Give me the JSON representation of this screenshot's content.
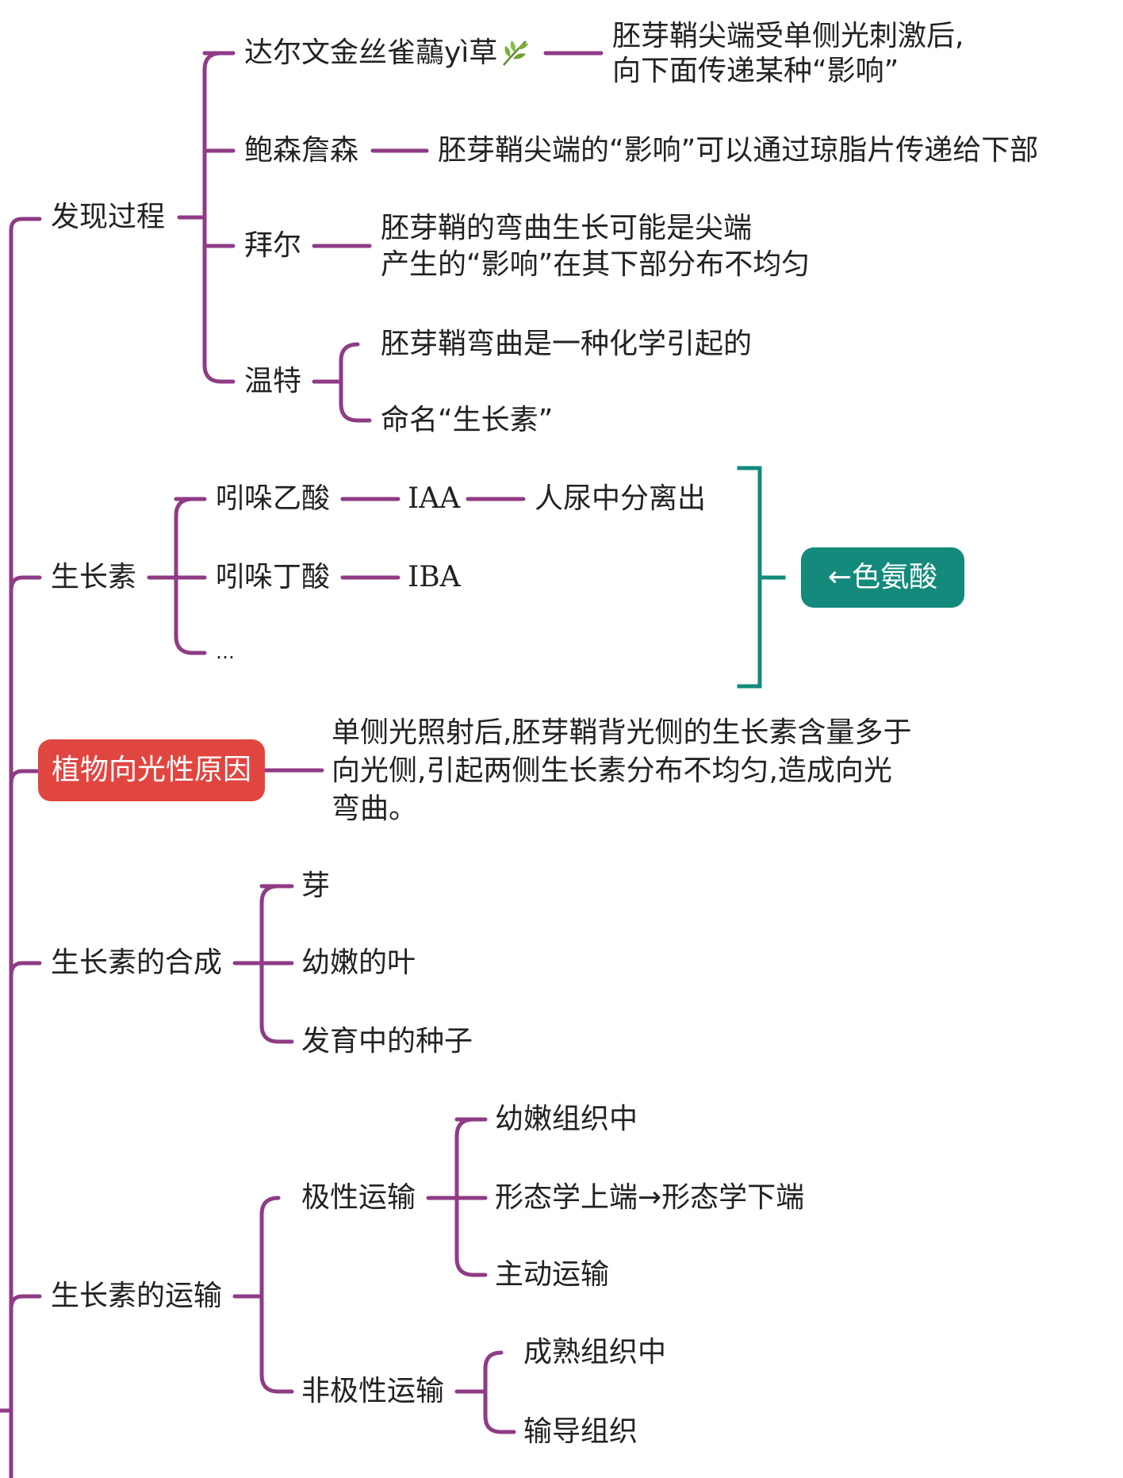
{
  "colors": {
    "branch": "#8f3b86",
    "bracket": "#138a7b",
    "highlight_node": "#e14540",
    "tryptophan_node": "#138a7b",
    "text": "#222222"
  },
  "mindmap": {
    "discovery": {
      "label": "发现过程",
      "darwin": {
        "name": "达尔文金丝雀虉yì草",
        "icon": "leaf-icon",
        "finding": [
          "胚芽鞘尖端受单侧光刺激后,",
          "向下面传递某种“影响”"
        ]
      },
      "boysen_jensen": {
        "name": "鲍森詹森",
        "finding": "胚芽鞘尖端的“影响”可以通过琼脂片传递给下部"
      },
      "paal": {
        "name": "拜尔",
        "finding": [
          "胚芽鞘的弯曲生长可能是尖端",
          "产生的“影响”在其下部分布不均匀"
        ]
      },
      "went": {
        "name": "温特",
        "findings": [
          "胚芽鞘弯曲是一种化学引起的",
          "命名“生长素”"
        ]
      }
    },
    "auxin": {
      "label": "生长素",
      "items": [
        {
          "name": "吲哚乙酸",
          "abbr": "IAA",
          "note": "人尿中分离出"
        },
        {
          "name": "吲哚丁酸",
          "abbr": "IBA"
        },
        {
          "name": "…"
        }
      ],
      "source": "←色氨酸"
    },
    "phototropism": {
      "label": "植物向光性原因",
      "explanation": [
        "单侧光照射后,胚芽鞘背光侧的生长素含量多于",
        "向光侧,引起两侧生长素分布不均匀,造成向光",
        "弯曲。"
      ]
    },
    "synthesis": {
      "label": "生长素的合成",
      "sites": [
        "芽",
        "幼嫩的叶",
        "发育中的种子"
      ]
    },
    "transport": {
      "label": "生长素的运输",
      "polar": {
        "label": "极性运输",
        "details": [
          "幼嫩组织中",
          "形态学上端→形态学下端",
          "主动运输"
        ]
      },
      "nonpolar": {
        "label": "非极性运输",
        "details": [
          "成熟组织中",
          "输导组织"
        ]
      }
    }
  }
}
